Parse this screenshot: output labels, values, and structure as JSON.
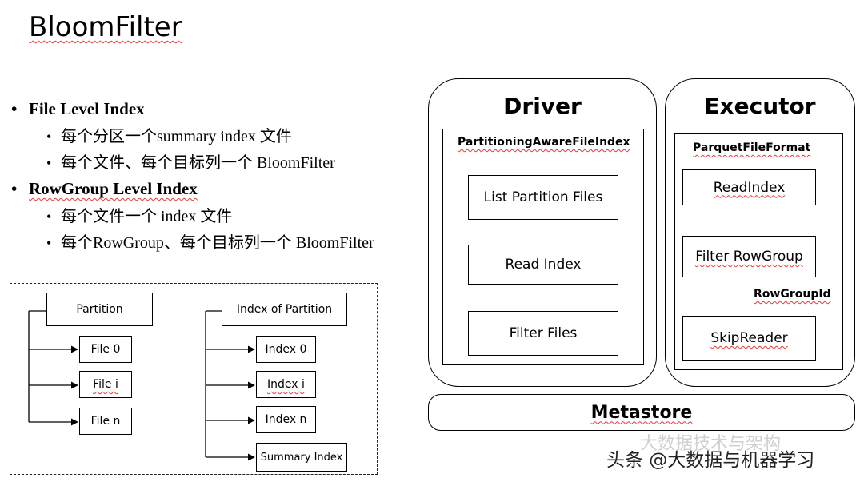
{
  "title": "BloomFilter",
  "bullets": [
    {
      "label": "File Level Index",
      "subs": [
        "每个分区一个summary index 文件",
        "每个文件、每个目标列一个 BloomFilter"
      ]
    },
    {
      "label": "RowGroup Level Index",
      "subs": [
        "每个文件一个 index 文件",
        "每个RowGroup、每个目标列一个 BloomFilter"
      ]
    }
  ],
  "left_tree": {
    "root": "Partition",
    "children": [
      "File 0",
      "File i",
      "File n"
    ]
  },
  "right_tree": {
    "root": "Index of Partition",
    "children": [
      "Index 0",
      "Index i",
      "Index n",
      "Summary Index"
    ]
  },
  "driver": {
    "title": "Driver",
    "inner_title": "PartitioningAwareFileIndex",
    "steps": [
      "List Partition Files",
      "Read Index",
      "Filter Files"
    ]
  },
  "executor": {
    "title": "Executor",
    "inner_title": "ParquetFileFormat",
    "steps": [
      "ReadIndex",
      "Filter RowGroup",
      "SkipReader"
    ],
    "edge_label": "RowGroupId"
  },
  "metastore": "Metastore",
  "watermark": "头条 @大数据与机器学习",
  "watermark_ghost": "大数据技术与架构"
}
